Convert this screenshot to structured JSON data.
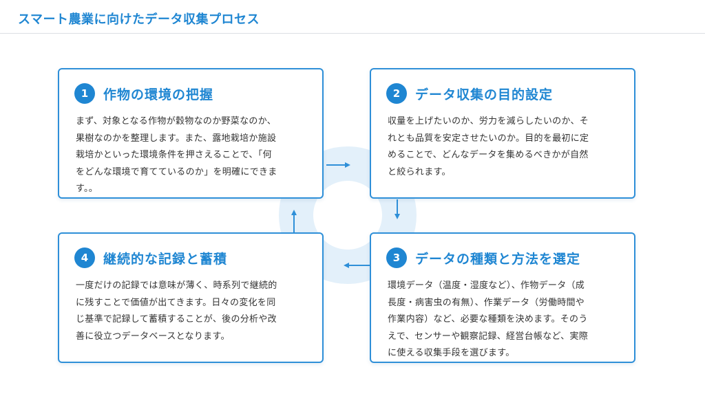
{
  "page": {
    "title": "スマート農業に向けたデータ収集プロセス"
  },
  "steps": [
    {
      "number": "1",
      "title": "作物の環境の把握",
      "lines": [
        "まず、対象となる作物が穀物なのか野菜なのか、",
        "果樹なのかを整理します。また、露地栽培か施設",
        "栽培かといった環境条件を押さえることで、「何",
        "をどんな環境で育てているのか」を明確にできま",
        "す。。"
      ]
    },
    {
      "number": "2",
      "title": "データ収集の目的設定",
      "lines": [
        "収量を上げたいのか、労力を減らしたいのか、そ",
        "れとも品質を安定させたいのか。目的を最初に定",
        "めることで、どんなデータを集めるべきかが自然",
        "と絞られます。"
      ]
    },
    {
      "number": "3",
      "title": "データの種類と方法を選定",
      "lines": [
        "環境データ（温度・湿度など）、作物データ（成",
        "長度・病害虫の有無）、作業データ（労働時間や",
        "作業内容）など、必要な種類を決めます。そのう",
        "えで、センサーや観察記録、経営台帳など、実際",
        "に使える収集手段を選びます。"
      ]
    },
    {
      "number": "4",
      "title": "継続的な記録と蓄積",
      "lines": [
        "一度だけの記録では意味が薄く、時系列で継続的",
        "に残すことで価値が出てきます。日々の変化を同",
        "じ基準で記録して蓄積することが、後の分析や改",
        "善に役立つデータベースとなります。"
      ]
    }
  ],
  "colors": {
    "accent": "#1f86d2",
    "ring": "#e3f0fa",
    "arrow": "#2e8fd8"
  }
}
